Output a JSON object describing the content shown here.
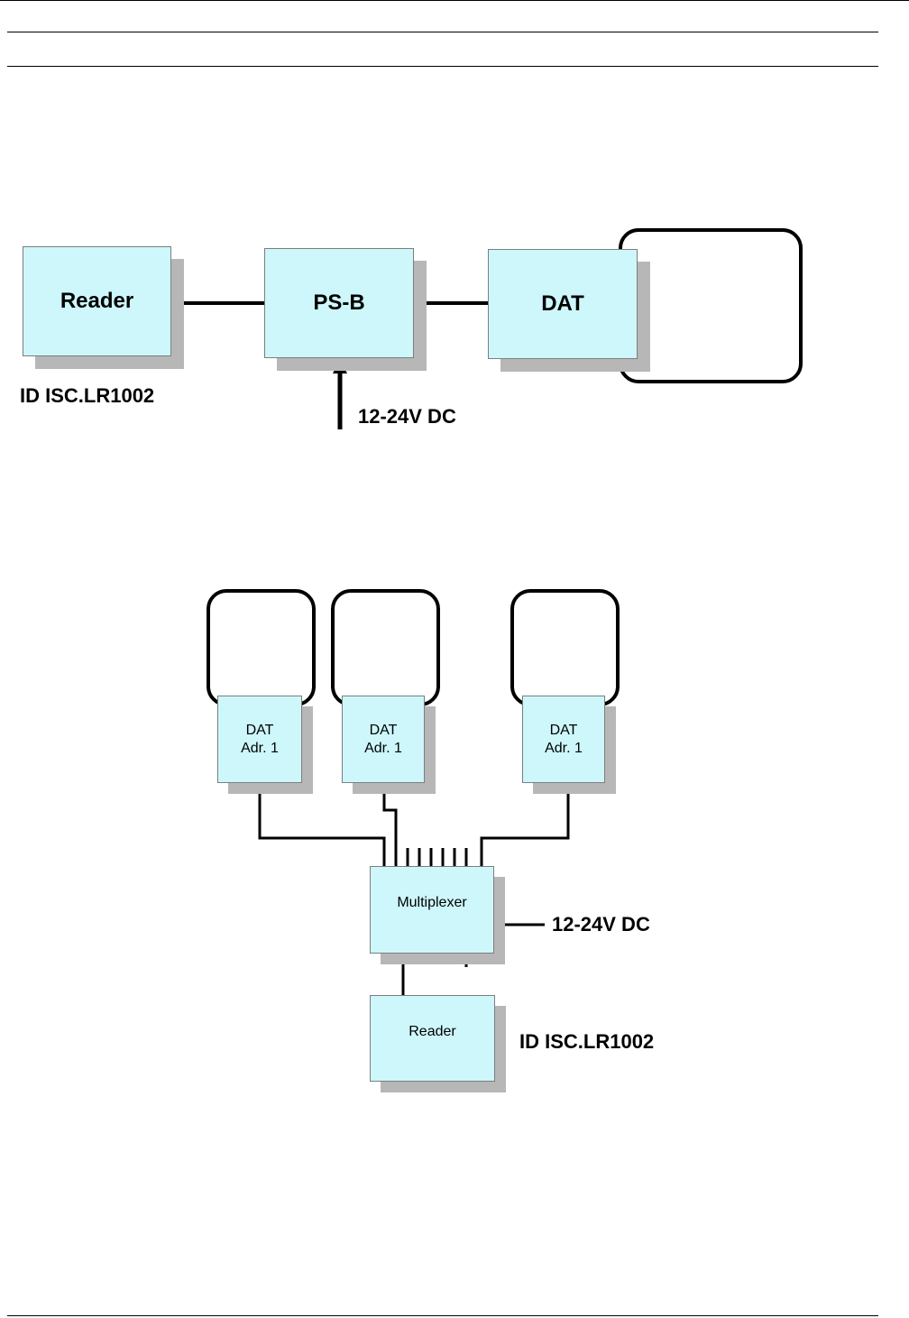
{
  "diagram_top": {
    "reader": "Reader",
    "psb": "PS-B",
    "dat": "DAT",
    "reader_model": "ID ISC.LR1002",
    "power": "12-24V DC"
  },
  "diagram_bottom": {
    "dat_units": [
      {
        "line1": "DAT",
        "line2": "Adr. 1"
      },
      {
        "line1": "DAT",
        "line2": "Adr. 1"
      },
      {
        "line1": "DAT",
        "line2": "Adr. 1"
      }
    ],
    "multiplexer": "Multiplexer",
    "reader": "Reader",
    "reader_model": "ID ISC.LR1002",
    "power": "12-24V DC"
  }
}
